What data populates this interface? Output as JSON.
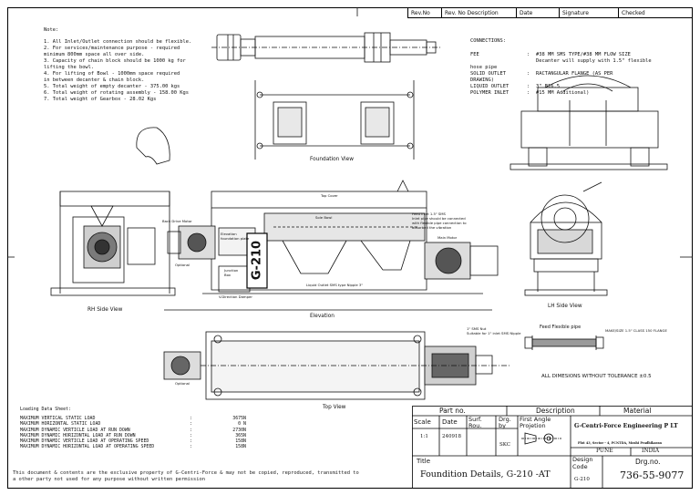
{
  "revision_header": [
    "Rev.No",
    "Rev. No Description",
    "Date",
    "Signature",
    "Checked"
  ],
  "notes": {
    "title": "Note:",
    "items": [
      "1. All Inlet/Outlet connection should be flexible.",
      "2. For services/maintenance purpose - required",
      "minimum 800mm space all over side.",
      "3. Capacity of chain block should be 1000 kg for",
      "lifting the bowl.",
      "4. For lifting of Bowl - 1000mm space required",
      "in between decanter & chain block.",
      "5. Total weight of empty decanter - 375.00 kgs",
      "6. Total weight of rotating assembly - 158.00 Kgs",
      "7. Total weight of Gearbox - 28.02 Kgs"
    ]
  },
  "connections": {
    "title": "CONNECTIONS:",
    "rows": [
      {
        "key": "FEE",
        "sep": ":",
        "value": "#38 MM SMS TYPE/#38 MM FLOW SIZE"
      },
      {
        "key": "",
        "sep": "",
        "value": "Decanter will supply with 1.5\" flexible"
      },
      {
        "key": "hose pipe",
        "sep": "",
        "value": ""
      },
      {
        "key": "SOLID OUTLET",
        "sep": ":",
        "value": "RACTANGULAR FLANGE (AS PER"
      },
      {
        "key": "DRAWING)",
        "sep": "",
        "value": ""
      },
      {
        "key": "LIQUID OUTLET",
        "sep": ":",
        "value": "3\" B16.5"
      },
      {
        "key": "POLYMER INLET",
        "sep": ":",
        "value": "#15 MM Additional)"
      }
    ]
  },
  "views": {
    "foundation": "Foundation View",
    "rh_side": "RH Side View",
    "elevation": "Elevation",
    "lh_side": "LH Side View",
    "top": "Top View"
  },
  "callouts": {
    "top_cover": "Top Cover",
    "back_drive": "Back Drive Motor",
    "optional": "Optional",
    "main_motor": "Main Motor",
    "feed_inlet": "Feed Inlet 1.5\" SMS\nInlet pipe should be connected\nwith flexible pipe connection to\nabsorbed the vibration",
    "ruler_bowl": "Sole Bowl",
    "elevation_frame": "Elevation\nfoundation plate",
    "junction_box": "Junction\nBox",
    "vfd": "V.Direction Damper",
    "liquid_outlet": "Liquid Outlet SMS type Nipple 3\"",
    "model_tag": "G-210",
    "feed_flexible": "Feed Flexible pipe",
    "flex_note": "1\" SMS Nut\nSuitable for 1\" inlet SMS Nipple",
    "flex_right": "MAKE/SIZE 1.5\" CLASS 150 FLANGE",
    "tolerance": "ALL DIMESIONS WITHOUT TOLERANCE ±0.5",
    "optional_top": "Optional"
  },
  "loading": {
    "title": "Loading Data Sheet:",
    "rows": [
      {
        "label": "MAXIMUM VERTICAL STATIC LOAD",
        "value": "3675N"
      },
      {
        "label": "MAXIMUM HORIZONTAL STATIC LOAD",
        "value": "0 N"
      },
      {
        "label": "MAXIMUM DYNAMIC VERTICLE LOAD AT RUN DOWN",
        "value": "2730N"
      },
      {
        "label": "MAXIMUM DYNAMIC HORIZONTAL LOAD AT RUN DOWN",
        "value": "365N"
      },
      {
        "label": "MAXIMUM DYNAMIC VERTICLE LOAD AT OPERATING SPEED",
        "value": "158N"
      },
      {
        "label": "MAXIMUM DYNAMIC HORIZONTAL LOAD AT OPERATING SPEED",
        "value": "158N"
      }
    ]
  },
  "disclaimer": "This document & contents are the exclusive property of G-Centri-Force & may not be copied, reproduced, transmitted to a other party not used for any purpose without written permission",
  "title_block": {
    "part_no": "Part no.",
    "description": "Description",
    "material": "Material",
    "scale_label": "Scale",
    "scale_value": "1:1",
    "date_label": "Date",
    "date_value": "240918",
    "surf_label": "Surf. Rou.",
    "drg_by_label": "Drg. by",
    "drg_by_value": "SKC",
    "projection": "First Angle Projetion",
    "company": "G-Centri-Force Engineering P LT",
    "address": "Plot 43, Sector - 4, PCNTDA, Moshi Pradhikaran",
    "city": "PUNE",
    "country": "INDIA",
    "title_label": "Title",
    "title_value": "Foundition Details, G-210 -AT",
    "design_code_label": "Design Code",
    "design_code_value": "G-210",
    "drg_no_label": "Drg.no.",
    "drg_no_value": "736-55-9077"
  }
}
